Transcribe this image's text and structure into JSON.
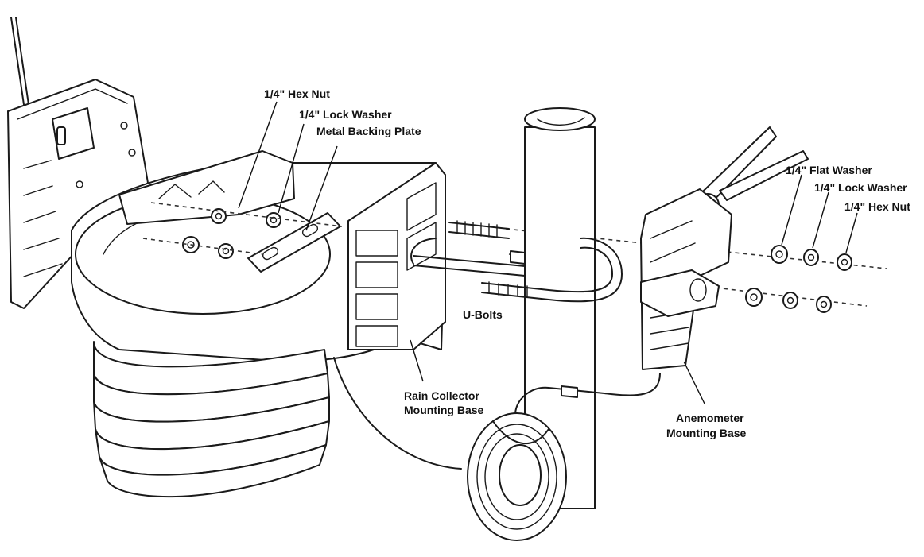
{
  "labels": {
    "hex_nut_left": "1/4\" Hex Nut",
    "lock_washer_left": "1/4\" Lock Washer",
    "metal_backing_plate": "Metal Backing Plate",
    "flat_washer_right": "1/4\" Flat Washer",
    "lock_washer_right": "1/4\" Lock Washer",
    "hex_nut_right": "1/4\" Hex Nut",
    "u_bolts": "U-Bolts",
    "rain_collector_line1": "Rain Collector",
    "rain_collector_line2": "Mounting Base",
    "anemometer_line1": "Anemometer",
    "anemometer_line2": "Mounting Base"
  }
}
